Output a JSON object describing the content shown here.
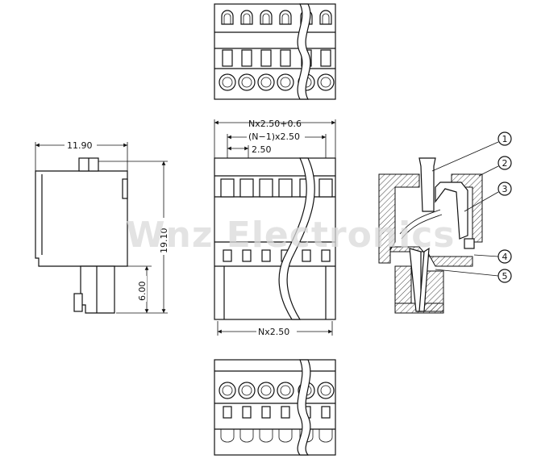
{
  "dimensions": {
    "pitch_plus": "Nx2.50+0.6",
    "n_minus_one": "(N−1)x2.50",
    "pitch": "2.50",
    "overall_pitch": "Nx2.50",
    "width": "11.90",
    "height": "19.10",
    "lower_height": "6.00"
  },
  "callouts": [
    "1",
    "2",
    "3",
    "4",
    "5"
  ],
  "watermark": "Wnz Electronics",
  "colors": {
    "line": "#111111",
    "watermark": "#d9d9d9"
  }
}
